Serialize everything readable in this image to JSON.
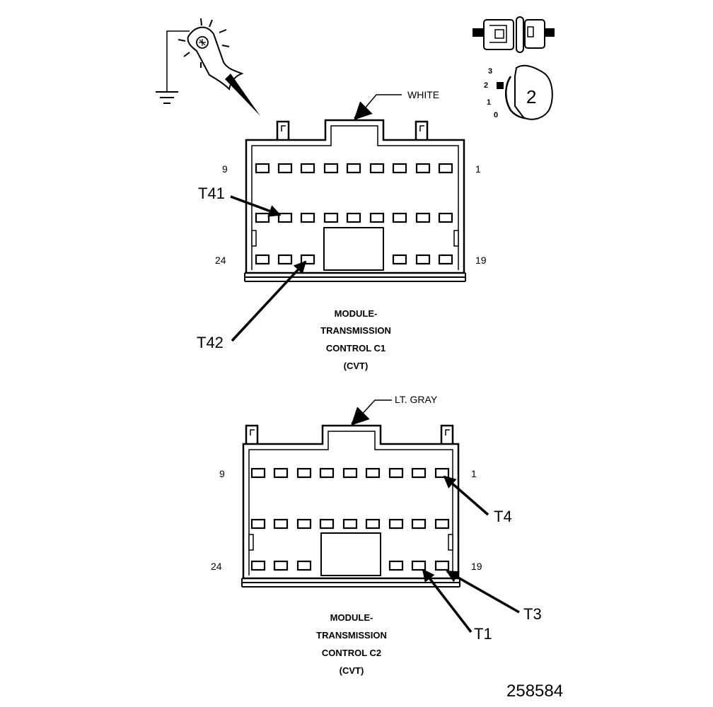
{
  "icons": {
    "test_light": "test-light-probe-icon",
    "ground": "ground-symbol-icon",
    "disconnect": "connector-disconnect-icon",
    "ignition": "ignition-switch-icon"
  },
  "ignition": {
    "positions": [
      "3",
      "2",
      "1",
      "0"
    ],
    "selected": "2"
  },
  "connectors": [
    {
      "id": "c1",
      "color_label": "WHITE",
      "pin_labels": {
        "top_left": "9",
        "top_right": "1",
        "bottom_left": "24",
        "bottom_right": "19"
      },
      "callouts": [
        {
          "label": "T41"
        },
        {
          "label": "T42"
        }
      ],
      "title_lines": [
        "MODULE-",
        "TRANSMISSION",
        "CONTROL C1",
        "(CVT)"
      ]
    },
    {
      "id": "c2",
      "color_label": "LT. GRAY",
      "pin_labels": {
        "top_left": "9",
        "top_right": "1",
        "bottom_left": "24",
        "bottom_right": "19"
      },
      "callouts": [
        {
          "label": "T4"
        },
        {
          "label": "T3"
        },
        {
          "label": "T1"
        }
      ],
      "title_lines": [
        "MODULE-",
        "TRANSMISSION",
        "CONTROL C2",
        "(CVT)"
      ]
    }
  ],
  "figure_number": "258584"
}
